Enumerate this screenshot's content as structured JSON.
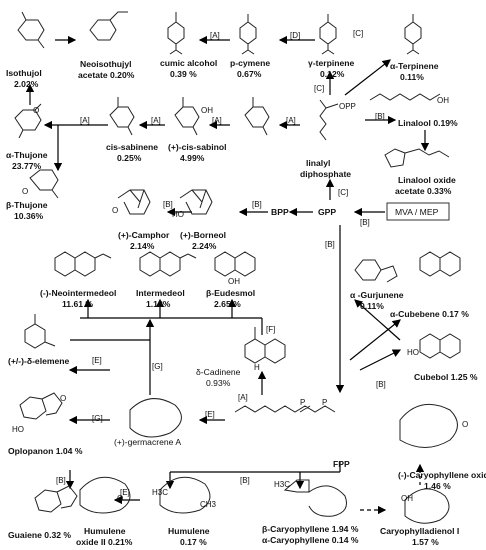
{
  "compounds": {
    "isothujol": {
      "name": "Isothujol",
      "pct": "2.02%"
    },
    "neoisothujyl": {
      "name": "Neoisothujyl",
      "pct": "acetate 0.20%"
    },
    "cumic_alcohol": {
      "name": "cumic alcohol",
      "pct": "0.39 %"
    },
    "p_cymene": {
      "name": "p-cymene",
      "pct": "0.67%"
    },
    "gamma_terpinene": {
      "name": "γ-terpinene",
      "pct": "0.12%"
    },
    "alpha_terpinene": {
      "name": "α-Terpinene",
      "pct": "0.11%"
    },
    "alpha_thujone": {
      "name": "α-Thujone",
      "pct": "23.77%"
    },
    "cis_sabinene": {
      "name": "cis-sabinene",
      "pct": "0.25%"
    },
    "cis_sabinol": {
      "name": "(+)-cis-sabinol",
      "pct": "4.99%"
    },
    "linalyl_diphosphate": {
      "name": "linalyl",
      "name2": "diphosphate"
    },
    "linalool": {
      "name": "Linalool 0.19%"
    },
    "linalool_oxide": {
      "name": "Linalool oxide",
      "pct": "acetate 0.33%"
    },
    "beta_thujone": {
      "name": "β-Thujone",
      "pct": "10.36%"
    },
    "camphor": {
      "name": "(+)-Camphor",
      "pct": "2.14%"
    },
    "borneol": {
      "name": "(+)-Borneol",
      "pct": "2.24%"
    },
    "bpp": {
      "name": "BPP"
    },
    "gpp": {
      "name": "GPP"
    },
    "mva_mep": {
      "name": "MVA / MEP"
    },
    "neointermedeol": {
      "name": "(-)-Neointermedeol",
      "pct": "11.61 %"
    },
    "intermedeol": {
      "name": "Intermedeol",
      "pct": "1.18%"
    },
    "beta_eudesmol": {
      "name": "β-Eudesmol",
      "pct": "2.65 %"
    },
    "alpha_gurjunene": {
      "name": "α -Gurjunene",
      "pct": "0.11%"
    },
    "alpha_cubebene": {
      "name": "α-Cubebene 0.17 %"
    },
    "cubebol": {
      "name": "Cubebol 1.25 %"
    },
    "delta_elemene": {
      "name": "(+/-)-δ-elemene"
    },
    "delta_cadinene": {
      "name": "δ-Cadinene",
      "pct": "0.93%"
    },
    "germacrene": {
      "name": "(+)-germacrene A"
    },
    "oplopanon": {
      "name": "Oplopanon 1.04 %"
    },
    "caryophyllene_oxide": {
      "name": "(-)-Caryophyllene oxide",
      "pct": "1.46 %"
    },
    "fpp": {
      "name": "FPP"
    },
    "guaiene": {
      "name": "Guaiene 0.32 %"
    },
    "humulene_oxide": {
      "name": "Humulene",
      "pct": "oxide II 0.21%"
    },
    "humulene": {
      "name": "Humulene",
      "pct": "0.17 %"
    },
    "caryophyllene": {
      "name": "β-Caryophyllene 1.94 %",
      "name2": "α-Caryophyllene 0.14 %"
    },
    "caryophylladienol": {
      "name": "Caryophylladienol I",
      "pct": "1.57 %"
    }
  },
  "enzymes": {
    "A": "[A]",
    "B": "[B]",
    "C": "[C]",
    "D": "[D]",
    "E": "[E]",
    "F": "[F]",
    "G": "[G]"
  },
  "atoms": {
    "OPP": "OPP",
    "OH": "OH",
    "O": "O",
    "HO": "HO",
    "H": "H",
    "P": "P",
    "H3C": "H3C",
    "CH3": "CH3"
  }
}
